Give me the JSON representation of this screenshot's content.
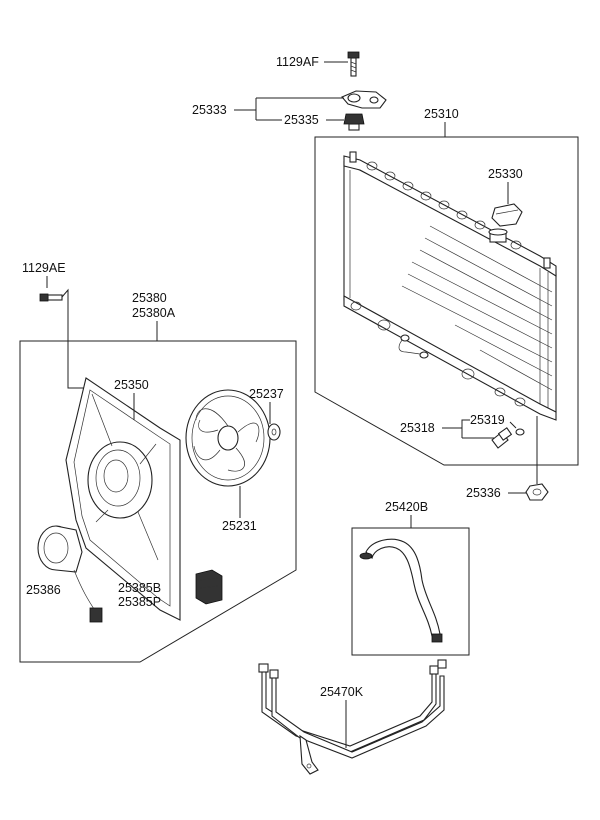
{
  "labels": {
    "p1129af": "1129AF",
    "p25333": "25333",
    "p25335": "25335",
    "p25310": "25310",
    "p25330": "25330",
    "p1129ae": "1129AE",
    "p25380": "25380",
    "p25380a": "25380A",
    "p25350": "25350",
    "p25237": "25237",
    "p25231": "25231",
    "p25386": "25386",
    "p25385b": "25385B",
    "p25385p": "25385P",
    "p25318": "25318",
    "p25319": "25319",
    "p25336": "25336",
    "p25420b": "25420B",
    "p25470k": "25470K"
  }
}
